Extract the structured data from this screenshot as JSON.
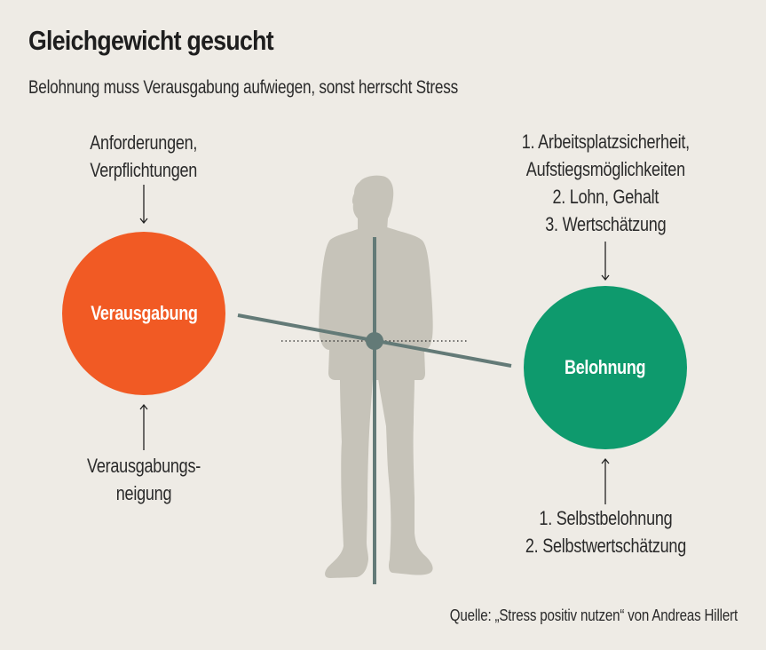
{
  "header": {
    "title": "Gleichgewicht gesucht",
    "subtitle": "Belohnung muss Verausgabung aufwiegen, sonst herrscht Stress"
  },
  "left": {
    "circle_label": "Verausgabung",
    "circle_color": "#f15a24",
    "top_label": {
      "lines": [
        "Anforderungen,",
        "Verpflichtungen"
      ]
    },
    "bottom_label": {
      "lines": [
        "Verausgabungs-",
        "neigung"
      ]
    }
  },
  "right": {
    "circle_label": "Belohnung",
    "circle_color": "#0e9a6d",
    "top_label": {
      "lines": [
        "1. Arbeitsplatzsicherheit,",
        "Aufstiegsmöglichkeiten",
        "2. Lohn, Gehalt",
        "3. Wertschätzung"
      ]
    },
    "bottom_label": {
      "lines": [
        "1. Selbstbelohnung",
        "2. Selbstwertschätzung"
      ]
    }
  },
  "scale": {
    "beam_color": "#637a77",
    "figure_color": "#c6c3b9",
    "tilt": "right side lower (Belohnung heavier)"
  },
  "footer": {
    "source": "Quelle: „Stress positiv nutzen“ von Andreas Hillert"
  },
  "colors": {
    "background": "#eeebe5",
    "text": "#222222"
  }
}
